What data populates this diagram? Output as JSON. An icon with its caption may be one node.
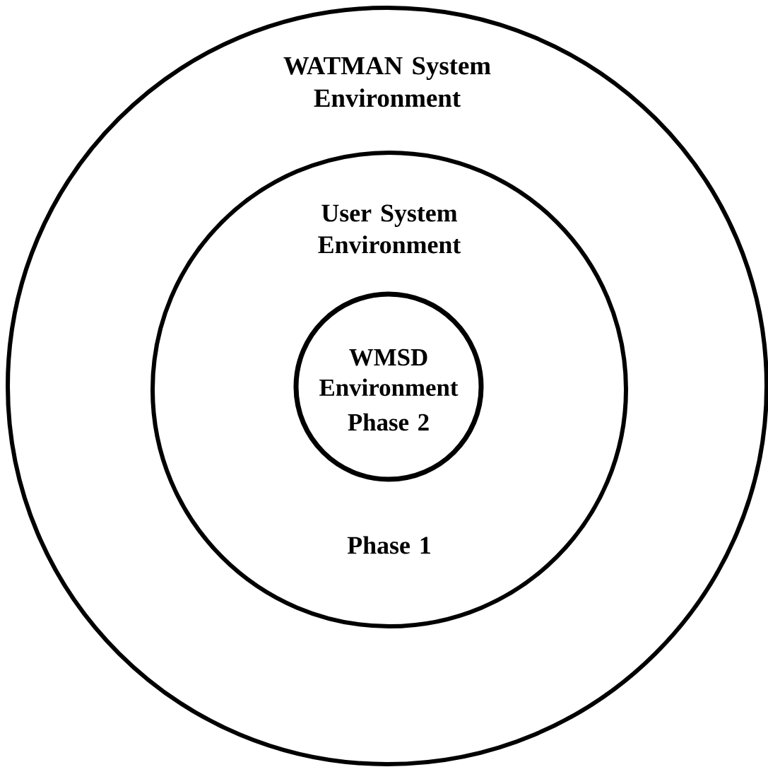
{
  "diagram": {
    "nodes": [
      {
        "text": [
          "WATMAN System Environment"
        ]
      },
      {
        "text": [
          "User System Environment",
          "Phase 1"
        ],
        "in": 0
      },
      {
        "text": [
          "WMSD Environment",
          "Phase 2"
        ],
        "in": 1
      }
    ]
  }
}
